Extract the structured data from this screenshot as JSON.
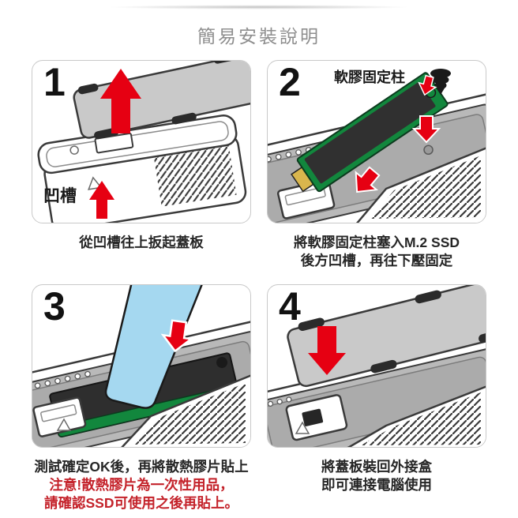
{
  "page": {
    "title": "簡易安裝說明"
  },
  "steps": [
    {
      "number": "1",
      "label": "凹槽",
      "caption_lines": [
        "從凹槽往上扳起蓋板"
      ]
    },
    {
      "number": "2",
      "label": "軟膠固定柱",
      "caption_lines": [
        "將軟膠固定柱塞入M.2 SSD",
        "後方凹槽，再往下壓固定"
      ]
    },
    {
      "number": "3",
      "caption_lines": [
        "測試確定OK後，再將散熱膠片貼上"
      ],
      "warning_lines": [
        "注意!散熱膠片為一次性用品，",
        "請確認SSD可使用之後再貼上。"
      ]
    },
    {
      "number": "4",
      "caption_lines": [
        "將蓋板裝回外接盒",
        "即可連接電腦使用"
      ]
    }
  ],
  "colors": {
    "title_gray": "#8e8e8e",
    "caption_black": "#262626",
    "warning_red": "#c4222a",
    "arrow_red": "#e60012",
    "ssd_green": "#12873d",
    "thermal_pad_blue": "#a5d8f0",
    "cover_gray": "#c9c9c9",
    "tray_gray": "#b9b9b9",
    "panel_border": "#c9c9c9"
  },
  "icons": [
    "up-arrow-icon",
    "down-arrow-icon",
    "rubber-post-icon",
    "triangle-marker-icon"
  ]
}
